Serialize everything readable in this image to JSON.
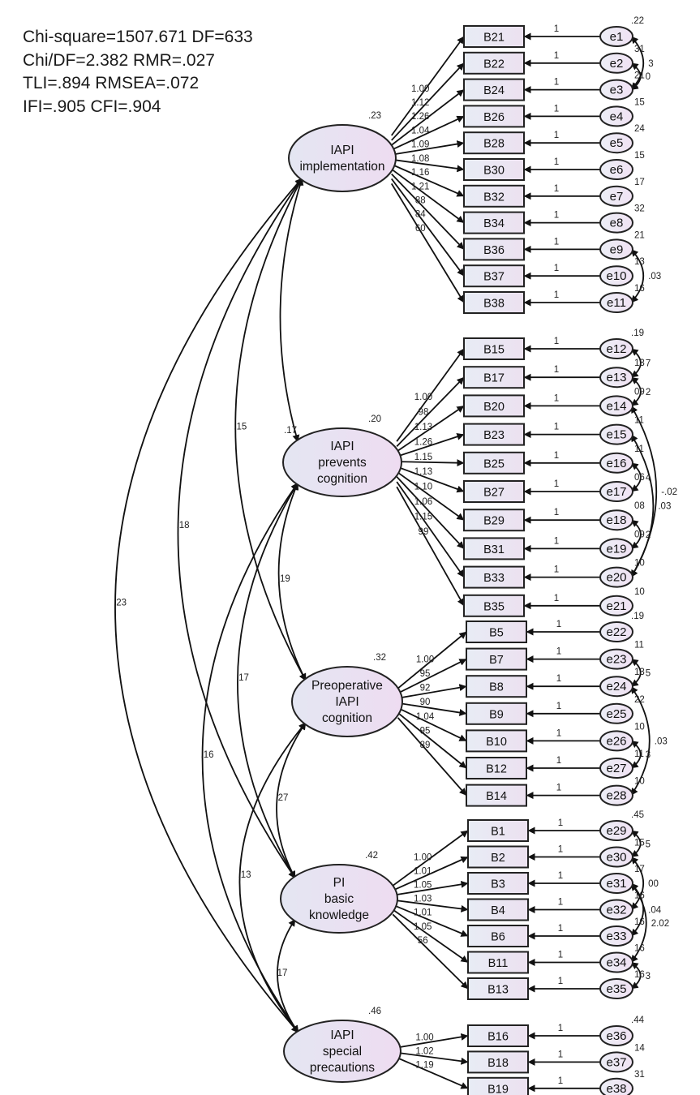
{
  "fit_stats": [
    "Chi-square=1507.671  DF=633",
    "Chi/DF=2.382  RMR=.027",
    "TLI=.894  RMSEA=.072",
    "IFI=.905  CFI=.904"
  ],
  "latents": [
    {
      "id": "L1",
      "lines": [
        "IAPI",
        "implementation"
      ],
      "variance": ".23",
      "items": [
        "B21",
        "B22",
        "B24",
        "B26",
        "B28",
        "B30",
        "B32",
        "B34",
        "B36",
        "B37",
        "B38"
      ],
      "loadings": [
        "1.00",
        "1.12",
        "1.26",
        "1.04",
        "1.09",
        "1.08",
        "1.16",
        "1.21",
        "88",
        "84",
        "60"
      ],
      "errors": [
        "e1",
        "e2",
        "e3",
        "e4",
        "e5",
        "e6",
        "e7",
        "e8",
        "e9",
        "e10",
        "e11"
      ],
      "errvar": [
        ".22",
        "31",
        "21",
        "15",
        "24",
        "15",
        "17",
        "32",
        "21",
        "13",
        "16"
      ]
    },
    {
      "id": "L2",
      "lines": [
        "IAPI",
        "prevents",
        "cognition"
      ],
      "variance": ".20",
      "inner": ".17",
      "items": [
        "B15",
        "B17",
        "B20",
        "B23",
        "B25",
        "B27",
        "B29",
        "B31",
        "B33",
        "B35"
      ],
      "loadings": [
        "1.00",
        "98",
        "1.13",
        "1.26",
        "1.15",
        "1.13",
        "1.10",
        "1.06",
        "1.15",
        "99"
      ],
      "errors": [
        "e12",
        "e13",
        "e14",
        "e15",
        "e16",
        "e17",
        "e18",
        "e19",
        "e20",
        "e21"
      ],
      "errvar": [
        ".19",
        "13",
        "09",
        "11",
        "11",
        "06",
        "08",
        "09",
        "10",
        "10"
      ]
    },
    {
      "id": "L3",
      "lines": [
        "Preoperative",
        "IAPI",
        "cognition"
      ],
      "variance": ".32",
      "items": [
        "B5",
        "B7",
        "B8",
        "B9",
        "B10",
        "B12",
        "B14"
      ],
      "loadings": [
        "1.00",
        "95",
        "92",
        "90",
        "1.04",
        "95",
        "89"
      ],
      "errors": [
        "e22",
        "e23",
        "e24",
        "e25",
        "e26",
        "e27",
        "e28"
      ],
      "errvar": [
        ".19",
        "11",
        "13",
        "22",
        "10",
        "11",
        "10"
      ]
    },
    {
      "id": "L4",
      "lines": [
        "PI",
        "basic",
        "knowledge"
      ],
      "variance": ".42",
      "items": [
        "B1",
        "B2",
        "B3",
        "B4",
        "B6",
        "B11",
        "B13"
      ],
      "loadings": [
        "1.00",
        "1.01",
        "1.05",
        "1.03",
        "1.01",
        "1.05",
        "56"
      ],
      "errors": [
        "e29",
        "e30",
        "e31",
        "e32",
        "e33",
        "e34",
        "e35"
      ],
      "errvar": [
        ".45",
        "15",
        "17",
        "16",
        "16",
        "16",
        "16"
      ]
    },
    {
      "id": "L5",
      "lines": [
        "IAPI",
        "special",
        "precautions"
      ],
      "variance": ".46",
      "items": [
        "B16",
        "B18",
        "B19"
      ],
      "loadings": [
        "1.00",
        "1.02",
        "1.19"
      ],
      "errors": [
        "e36",
        "e37",
        "e38"
      ],
      "errvar": [
        ".44",
        "14",
        "31"
      ]
    }
  ],
  "path_one": "1",
  "latent_covariances": [
    {
      "from": "L1",
      "to": "L2",
      "value": ""
    },
    {
      "from": "L1",
      "to": "L3",
      "value": ".15"
    },
    {
      "from": "L1",
      "to": "L4",
      "value": ".18"
    },
    {
      "from": "L1",
      "to": "L5",
      "value": ".23"
    },
    {
      "from": "L2",
      "to": "L3",
      "value": ".19"
    },
    {
      "from": "L2",
      "to": "L4",
      "value": ".17"
    },
    {
      "from": "L2",
      "to": "L5",
      "value": ".16"
    },
    {
      "from": "L3",
      "to": "L4",
      "value": ".27"
    },
    {
      "from": "L3",
      "to": "L5",
      "value": ".13"
    },
    {
      "from": "L4",
      "to": "L5",
      "value": "17"
    }
  ],
  "error_covariances": [
    {
      "from": "e1",
      "to": "e3",
      "value": "3"
    },
    {
      "from": "e2",
      "to": "e3",
      "value": "0"
    },
    {
      "from": "e9",
      "to": "e11",
      "value": ".03"
    },
    {
      "from": "e12",
      "to": "e13",
      "value": "7"
    },
    {
      "from": "e13",
      "to": "e14",
      "value": "2"
    },
    {
      "from": "e14",
      "to": "e20",
      "value": "-.02"
    },
    {
      "from": "e15",
      "to": "e20",
      "value": ".03"
    },
    {
      "from": "e16",
      "to": "e17",
      "value": "4"
    },
    {
      "from": "e18",
      "to": "e19",
      "value": "2"
    },
    {
      "from": "e23",
      "to": "e24",
      "value": "5"
    },
    {
      "from": "e24",
      "to": "e28",
      "value": ".03"
    },
    {
      "from": "e26",
      "to": "e27",
      "value": "3"
    },
    {
      "from": "e29",
      "to": "e30",
      "value": "5"
    },
    {
      "from": "e30",
      "to": "e32",
      "value": "00"
    },
    {
      "from": "e31",
      "to": "e33",
      "value": ".04"
    },
    {
      "from": "e31",
      "to": "e34",
      "value": "2.02"
    },
    {
      "from": "e34",
      "to": "e35",
      "value": "3"
    }
  ]
}
